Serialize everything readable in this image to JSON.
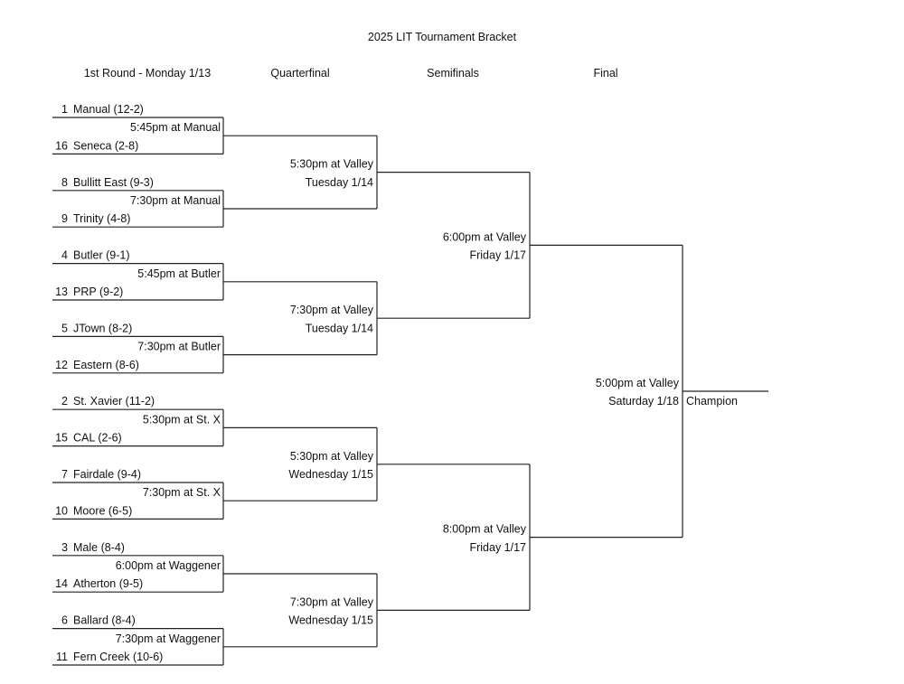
{
  "title": "2025 LIT Tournament Bracket",
  "round_headers": [
    "1st Round - Monday 1/13",
    "Quarterfinal",
    "Semifinals",
    "Final"
  ],
  "champion_label": "Champion",
  "first_round": [
    {
      "top_seed": "1",
      "top_team": "Manual (12-2)",
      "game": "5:45pm at Manual",
      "bottom_seed": "16",
      "bottom_team": "Seneca (2-8)"
    },
    {
      "top_seed": "8",
      "top_team": "Bullitt East (9-3)",
      "game": "7:30pm at Manual",
      "bottom_seed": "9",
      "bottom_team": "Trinity (4-8)"
    },
    {
      "top_seed": "4",
      "top_team": "Butler (9-1)",
      "game": "5:45pm at Butler",
      "bottom_seed": "13",
      "bottom_team": "PRP (9-2)"
    },
    {
      "top_seed": "5",
      "top_team": "JTown (8-2)",
      "game": "7:30pm at Butler",
      "bottom_seed": "12",
      "bottom_team": "Eastern (8-6)"
    },
    {
      "top_seed": "2",
      "top_team": "St. Xavier (11-2)",
      "game": "5:30pm at St. X",
      "bottom_seed": "15",
      "bottom_team": "CAL (2-6)"
    },
    {
      "top_seed": "7",
      "top_team": "Fairdale (9-4)",
      "game": "7:30pm at St. X",
      "bottom_seed": "10",
      "bottom_team": "Moore (6-5)"
    },
    {
      "top_seed": "3",
      "top_team": "Male (8-4)",
      "game": "6:00pm at Waggener",
      "bottom_seed": "14",
      "bottom_team": "Atherton (9-5)"
    },
    {
      "top_seed": "6",
      "top_team": "Ballard (8-4)",
      "game": "7:30pm at Waggener",
      "bottom_seed": "11",
      "bottom_team": "Fern Creek (10-6)"
    }
  ],
  "quarterfinals": [
    {
      "time": "5:30pm at Valley",
      "date": "Tuesday 1/14"
    },
    {
      "time": "7:30pm at Valley",
      "date": "Tuesday 1/14"
    },
    {
      "time": "5:30pm at Valley",
      "date": "Wednesday 1/15"
    },
    {
      "time": "7:30pm at Valley",
      "date": "Wednesday 1/15"
    }
  ],
  "semifinals": [
    {
      "time": "6:00pm at Valley",
      "date": "Friday 1/17"
    },
    {
      "time": "8:00pm at Valley",
      "date": "Friday 1/17"
    }
  ],
  "final": {
    "time": "5:00pm at Valley",
    "date": "Saturday 1/18"
  }
}
